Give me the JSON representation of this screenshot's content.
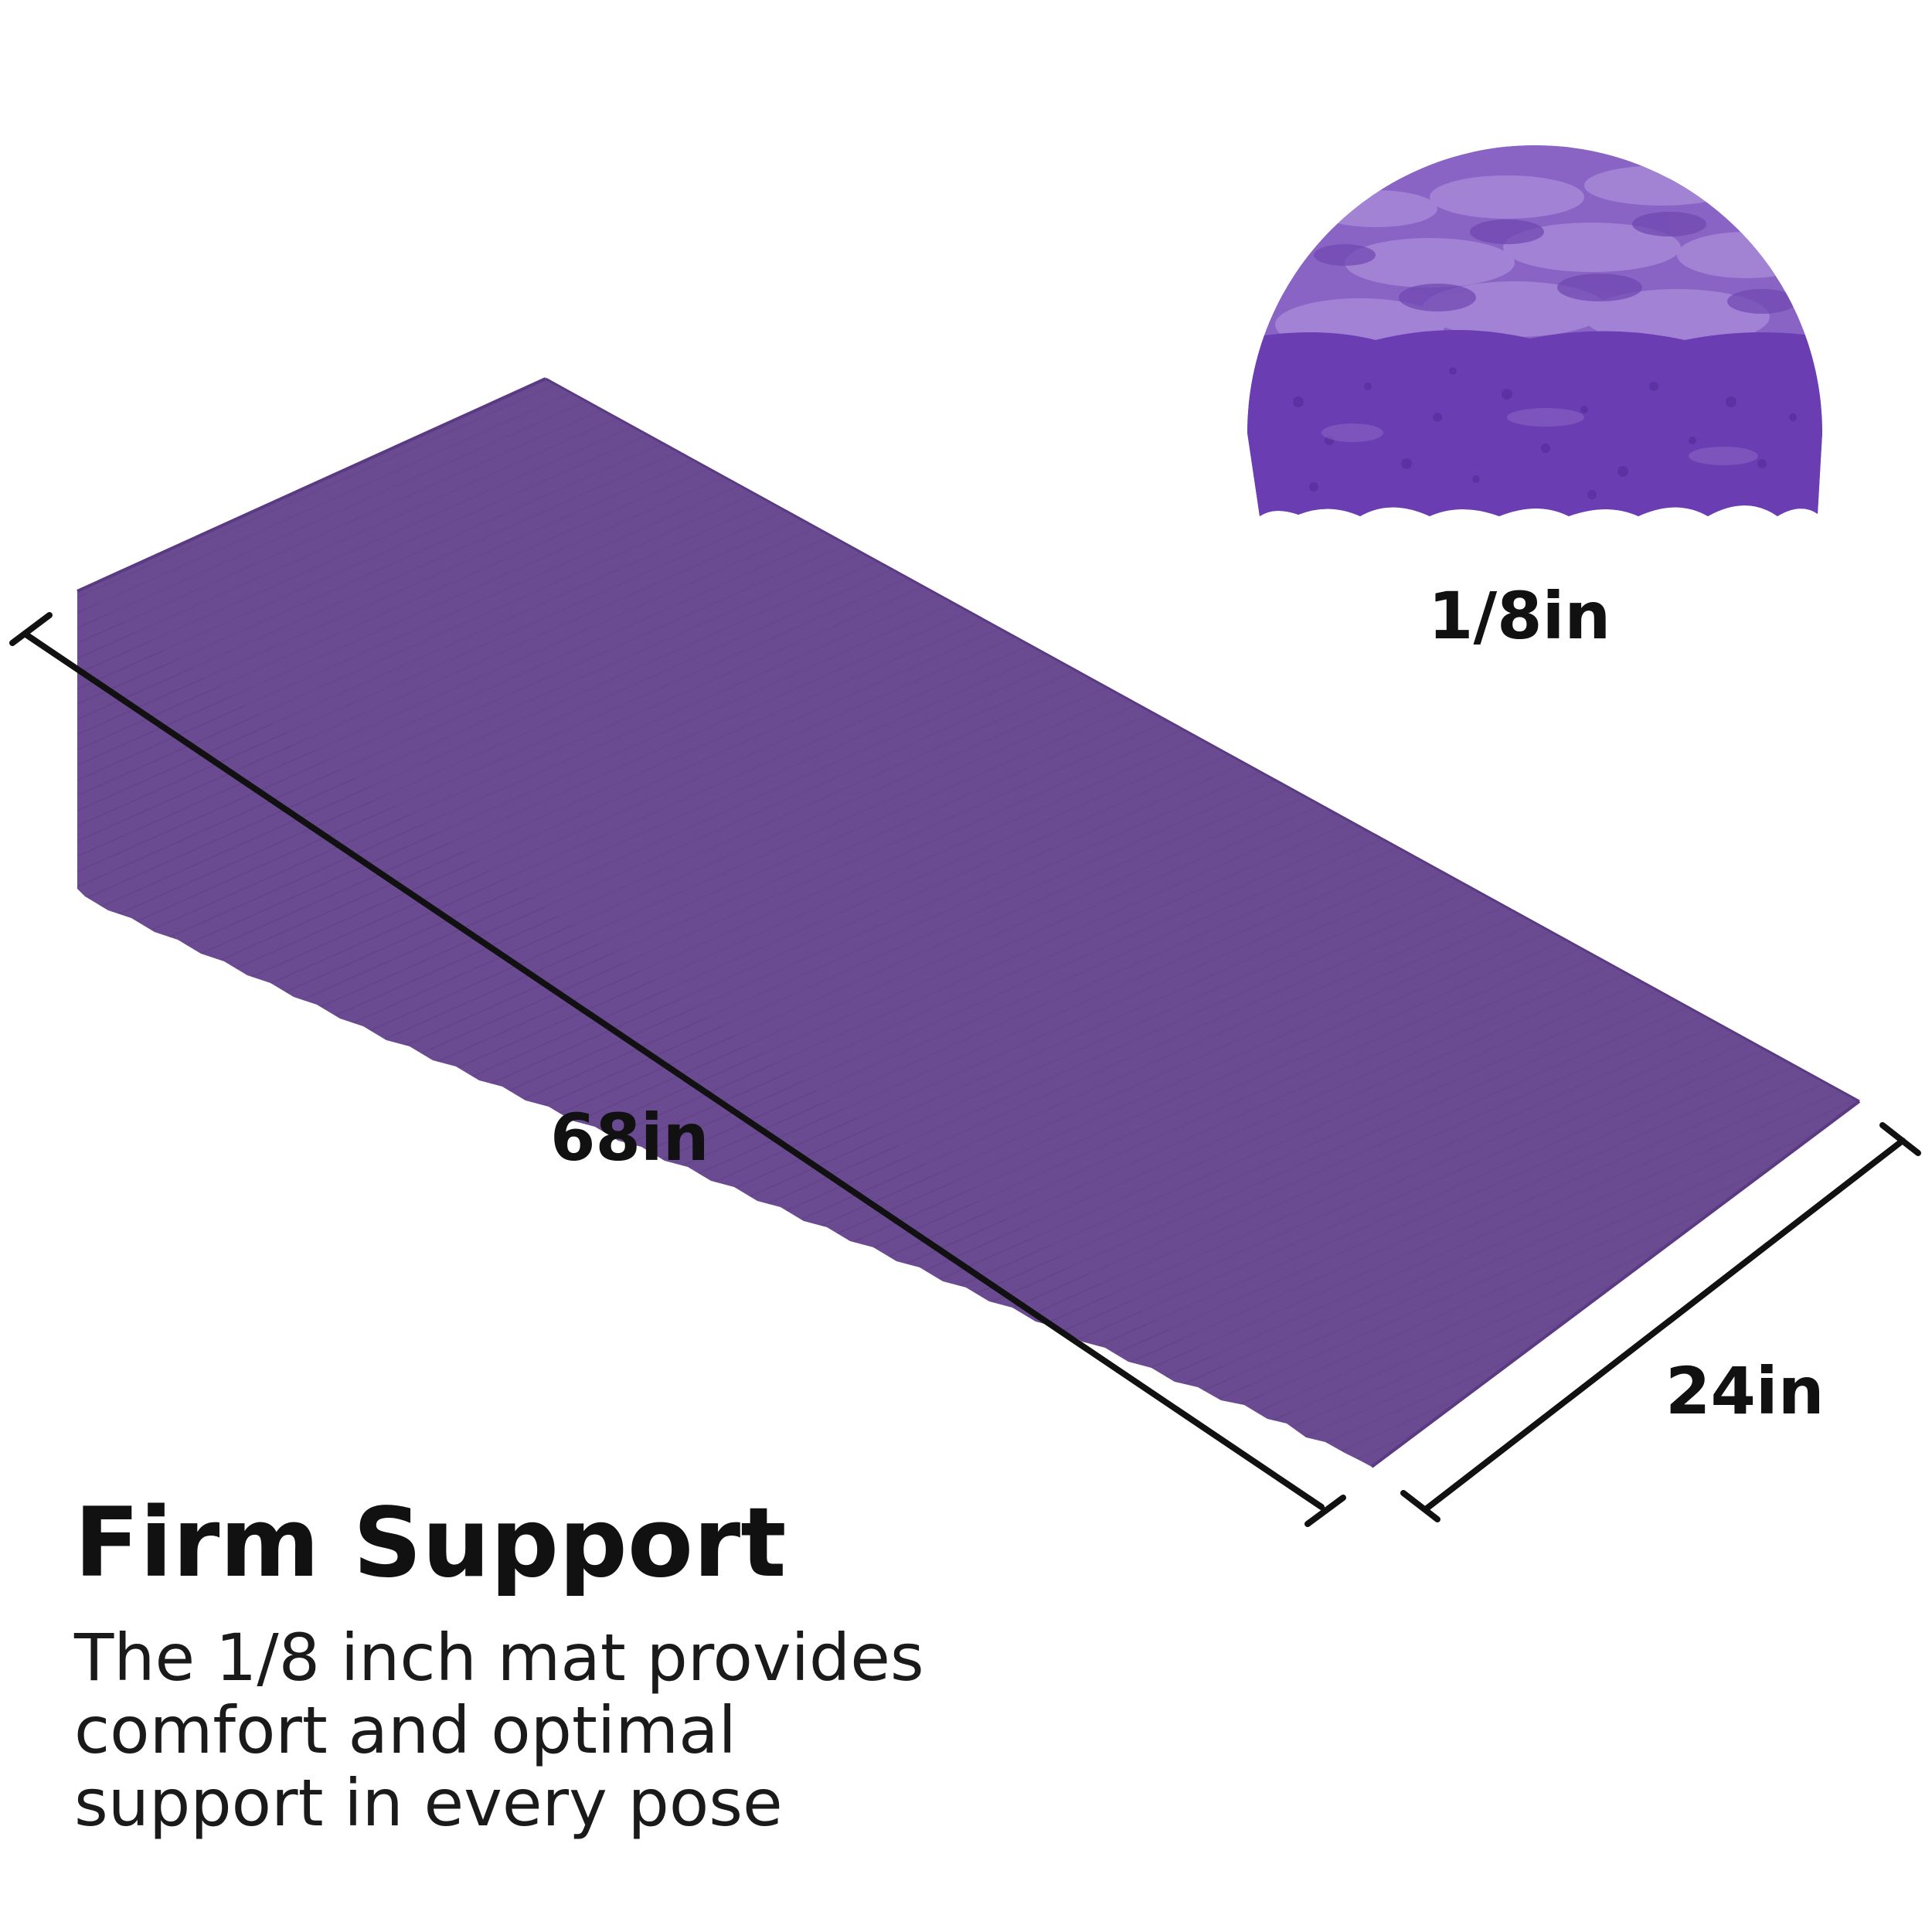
{
  "product": {
    "mat_color": "#6a4a91",
    "mat_color_dark": "#5a3a82",
    "foam_color": "#6b3fb0",
    "foam_highlight": "#9a7ad0"
  },
  "dimensions": {
    "length_label": "68in",
    "width_label": "24in",
    "thickness_label": "1/8in"
  },
  "feature": {
    "headline": "Firm Support",
    "description_lines": [
      "The 1/8 inch mat provides",
      "comfort and optimal",
      "support in every pose"
    ]
  },
  "icons": {
    "mat": "yoga-mat-illustration",
    "foam": "foam-cross-section"
  }
}
